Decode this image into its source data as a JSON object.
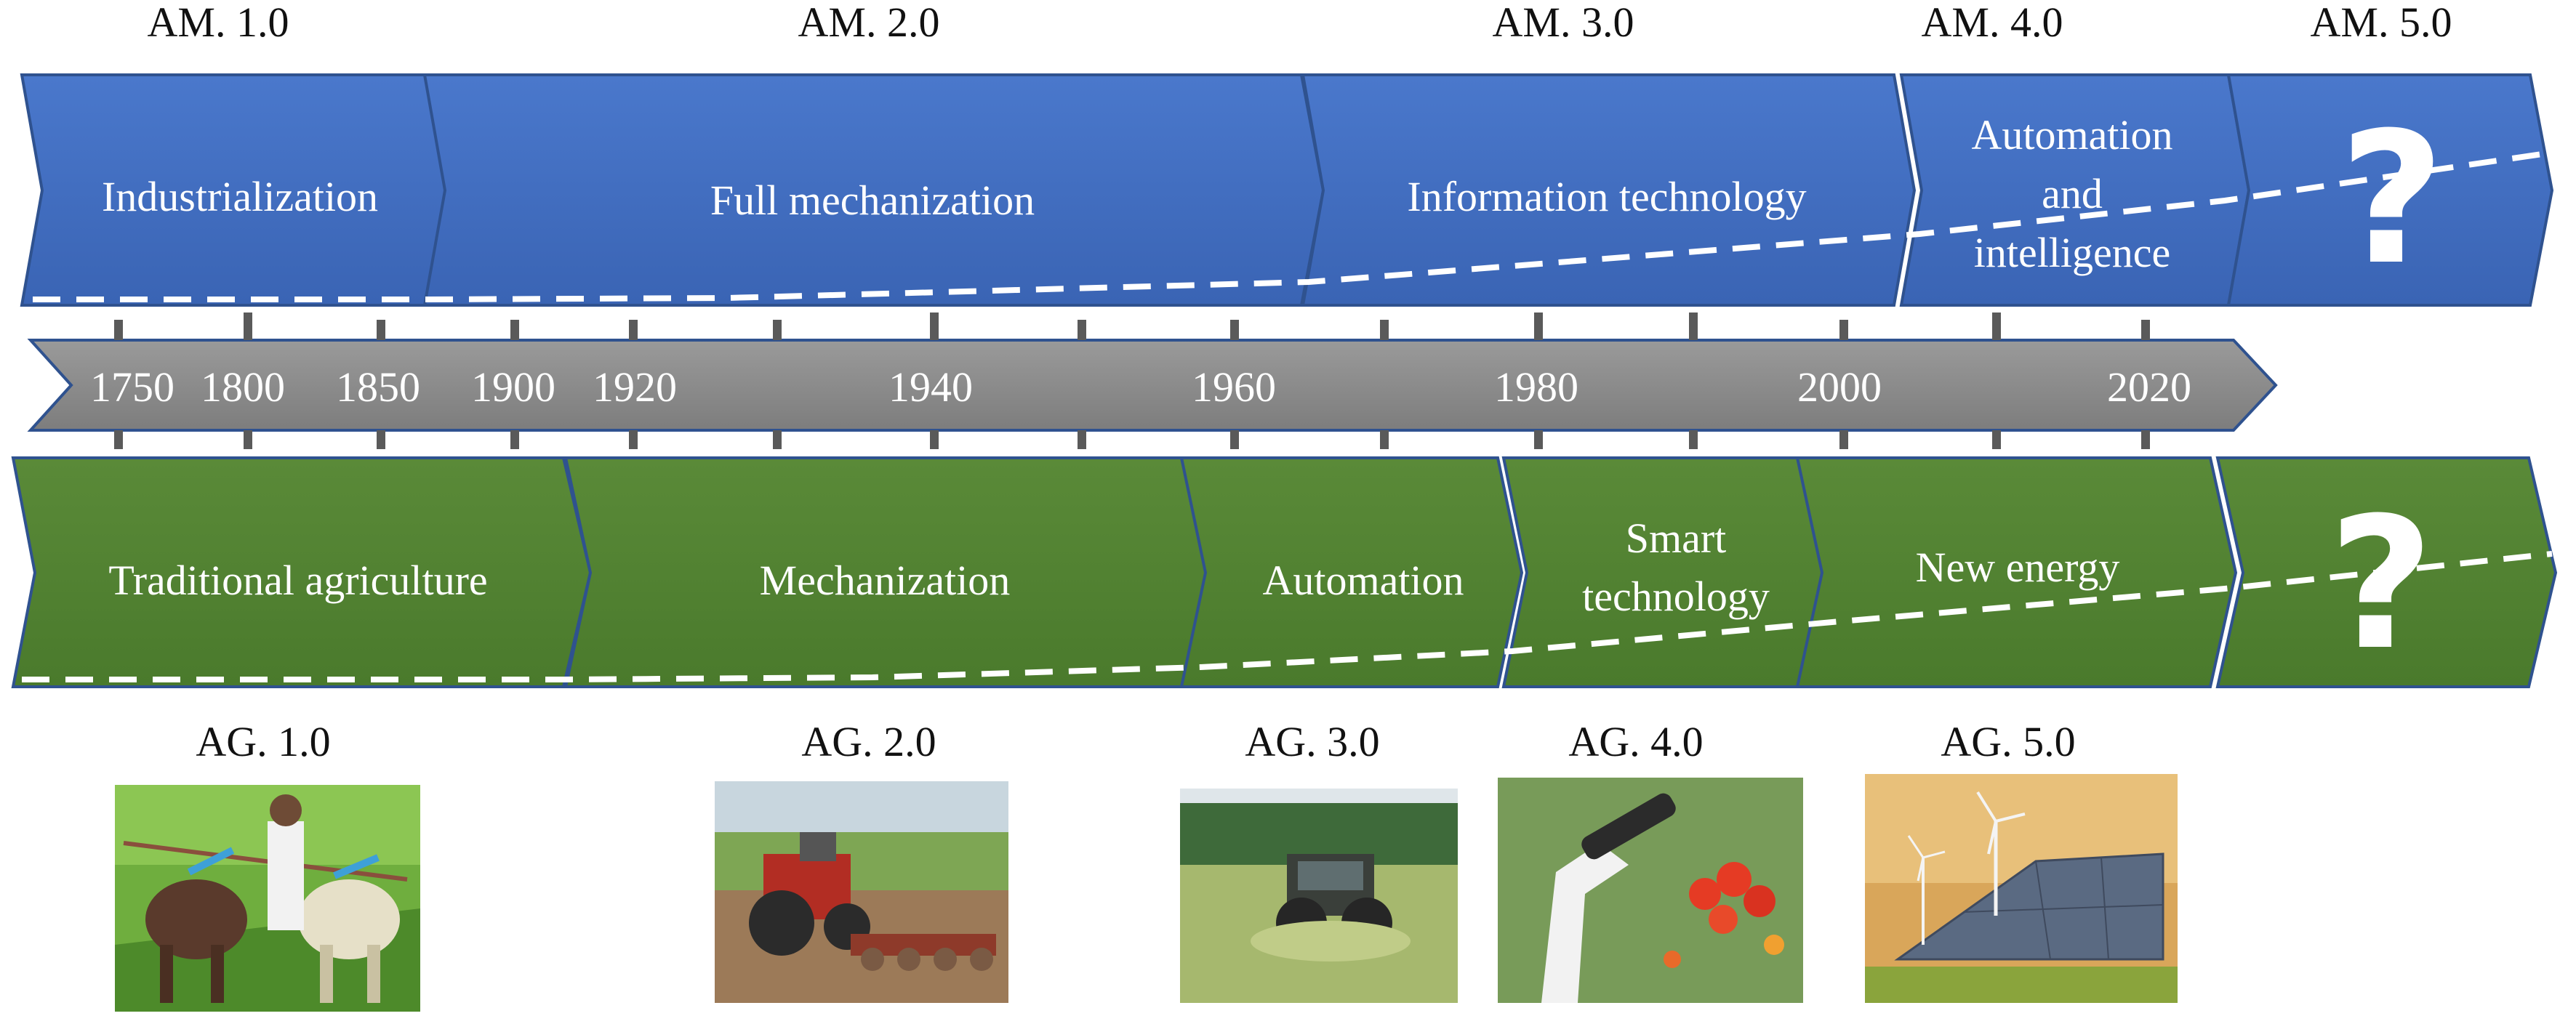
{
  "am_labels": [
    "AM. 1.0",
    "AM. 2.0",
    "AM. 3.0",
    "AM. 4.0",
    "AM. 5.0"
  ],
  "am_stages": {
    "industrialization": "Industrialization",
    "full_mechanization": "Full mechanization",
    "information_technology": "Information technology",
    "automation_intelligence": [
      "Automation",
      "and",
      "intelligence"
    ],
    "future": "?"
  },
  "years": [
    "1750",
    "1800",
    "1850",
    "1900",
    "1920",
    "1940",
    "1960",
    "1980",
    "2000",
    "2020"
  ],
  "ag_stages": {
    "traditional": "Traditional agriculture",
    "mechanization": "Mechanization",
    "automation": "Automation",
    "smart": [
      "Smart",
      "technology"
    ],
    "new_energy": "New energy",
    "future": "?"
  },
  "ag_labels": [
    "AG. 1.0",
    "AG. 2.0",
    "AG. 3.0",
    "AG. 4.0",
    "AG. 5.0"
  ],
  "colors": {
    "am_band": "#4472c4",
    "ag_band": "#548235",
    "timeline": "#8c8c8c",
    "tick": "#555555"
  }
}
